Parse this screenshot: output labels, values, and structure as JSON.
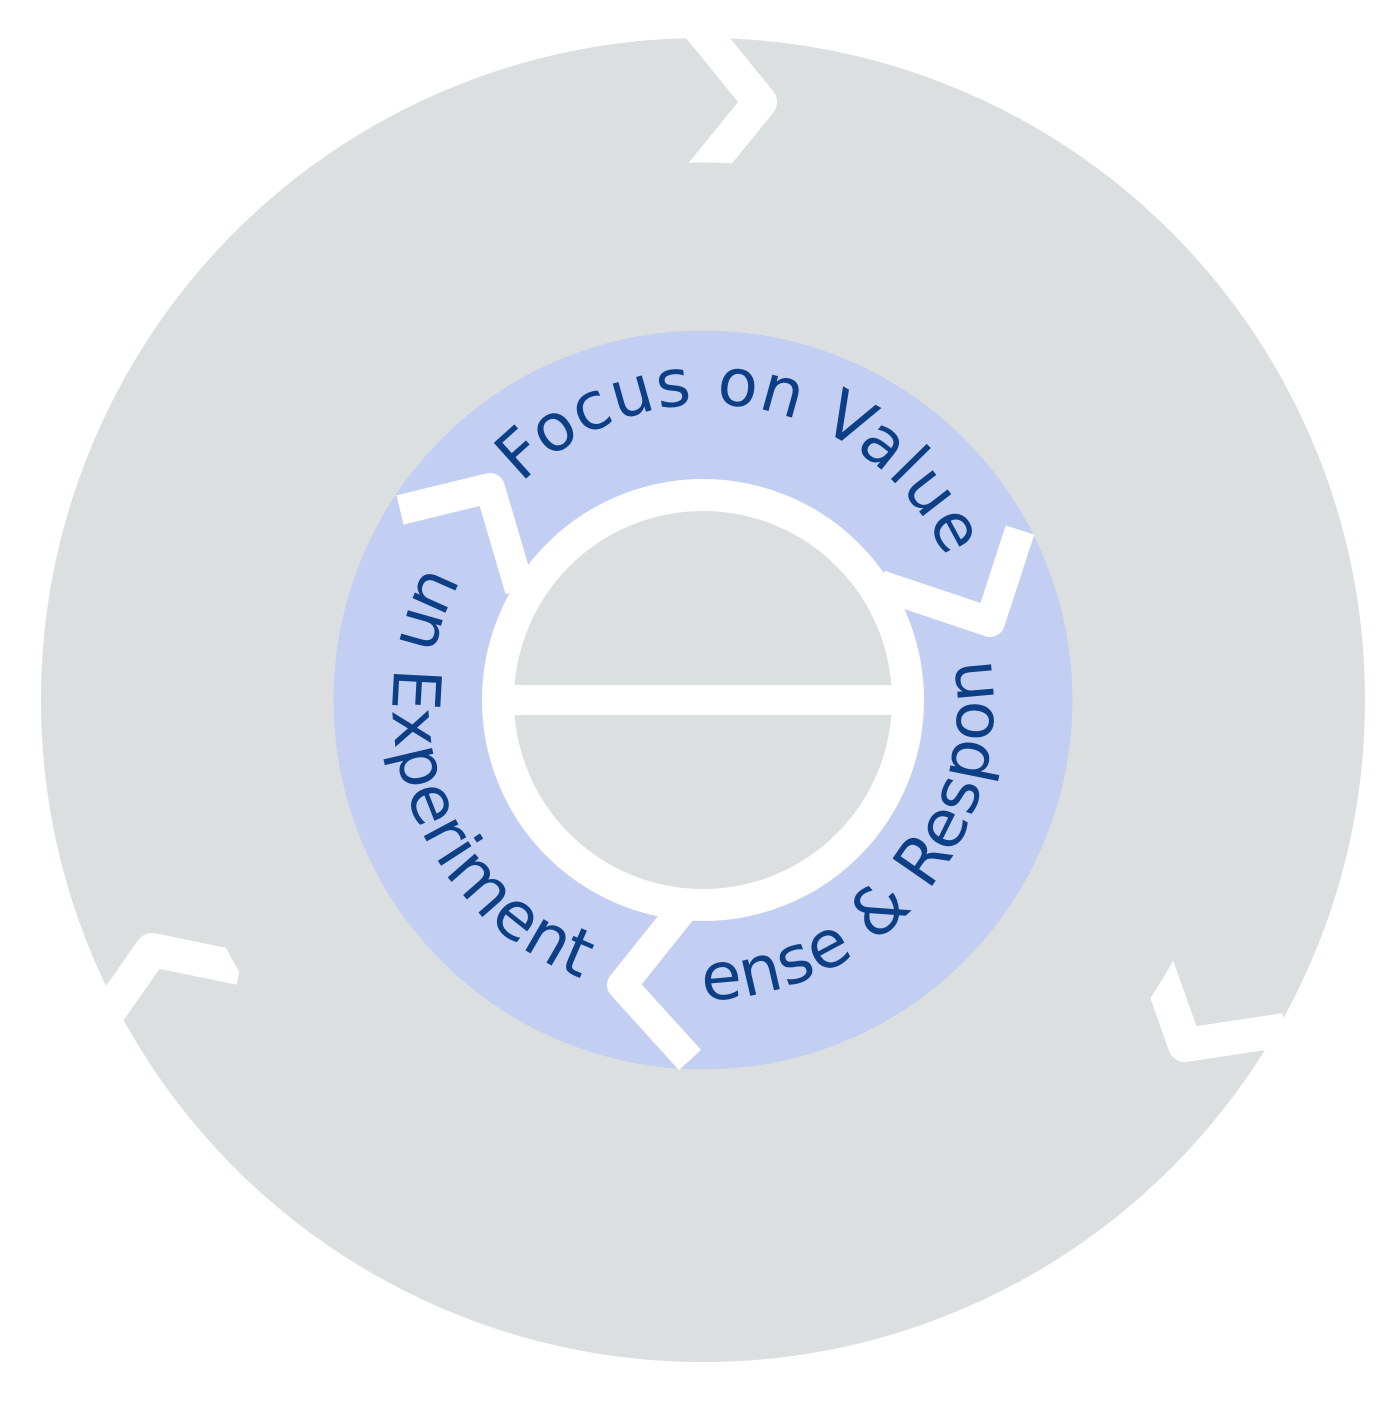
{
  "diagram": {
    "cycle_labels": [
      {
        "id": "focus",
        "label": "Focus on Value"
      },
      {
        "id": "sense",
        "label": "Sense & Respond"
      },
      {
        "id": "run",
        "label": "Run Experiments"
      }
    ],
    "colors": {
      "outer_ring": "#dcdfe0",
      "middle_ring": "#dcdfe0",
      "inner_cycle": "#c2cef2",
      "hub": "#dcdfe0",
      "text": "#0d3f86",
      "separator": "#ffffff"
    }
  }
}
